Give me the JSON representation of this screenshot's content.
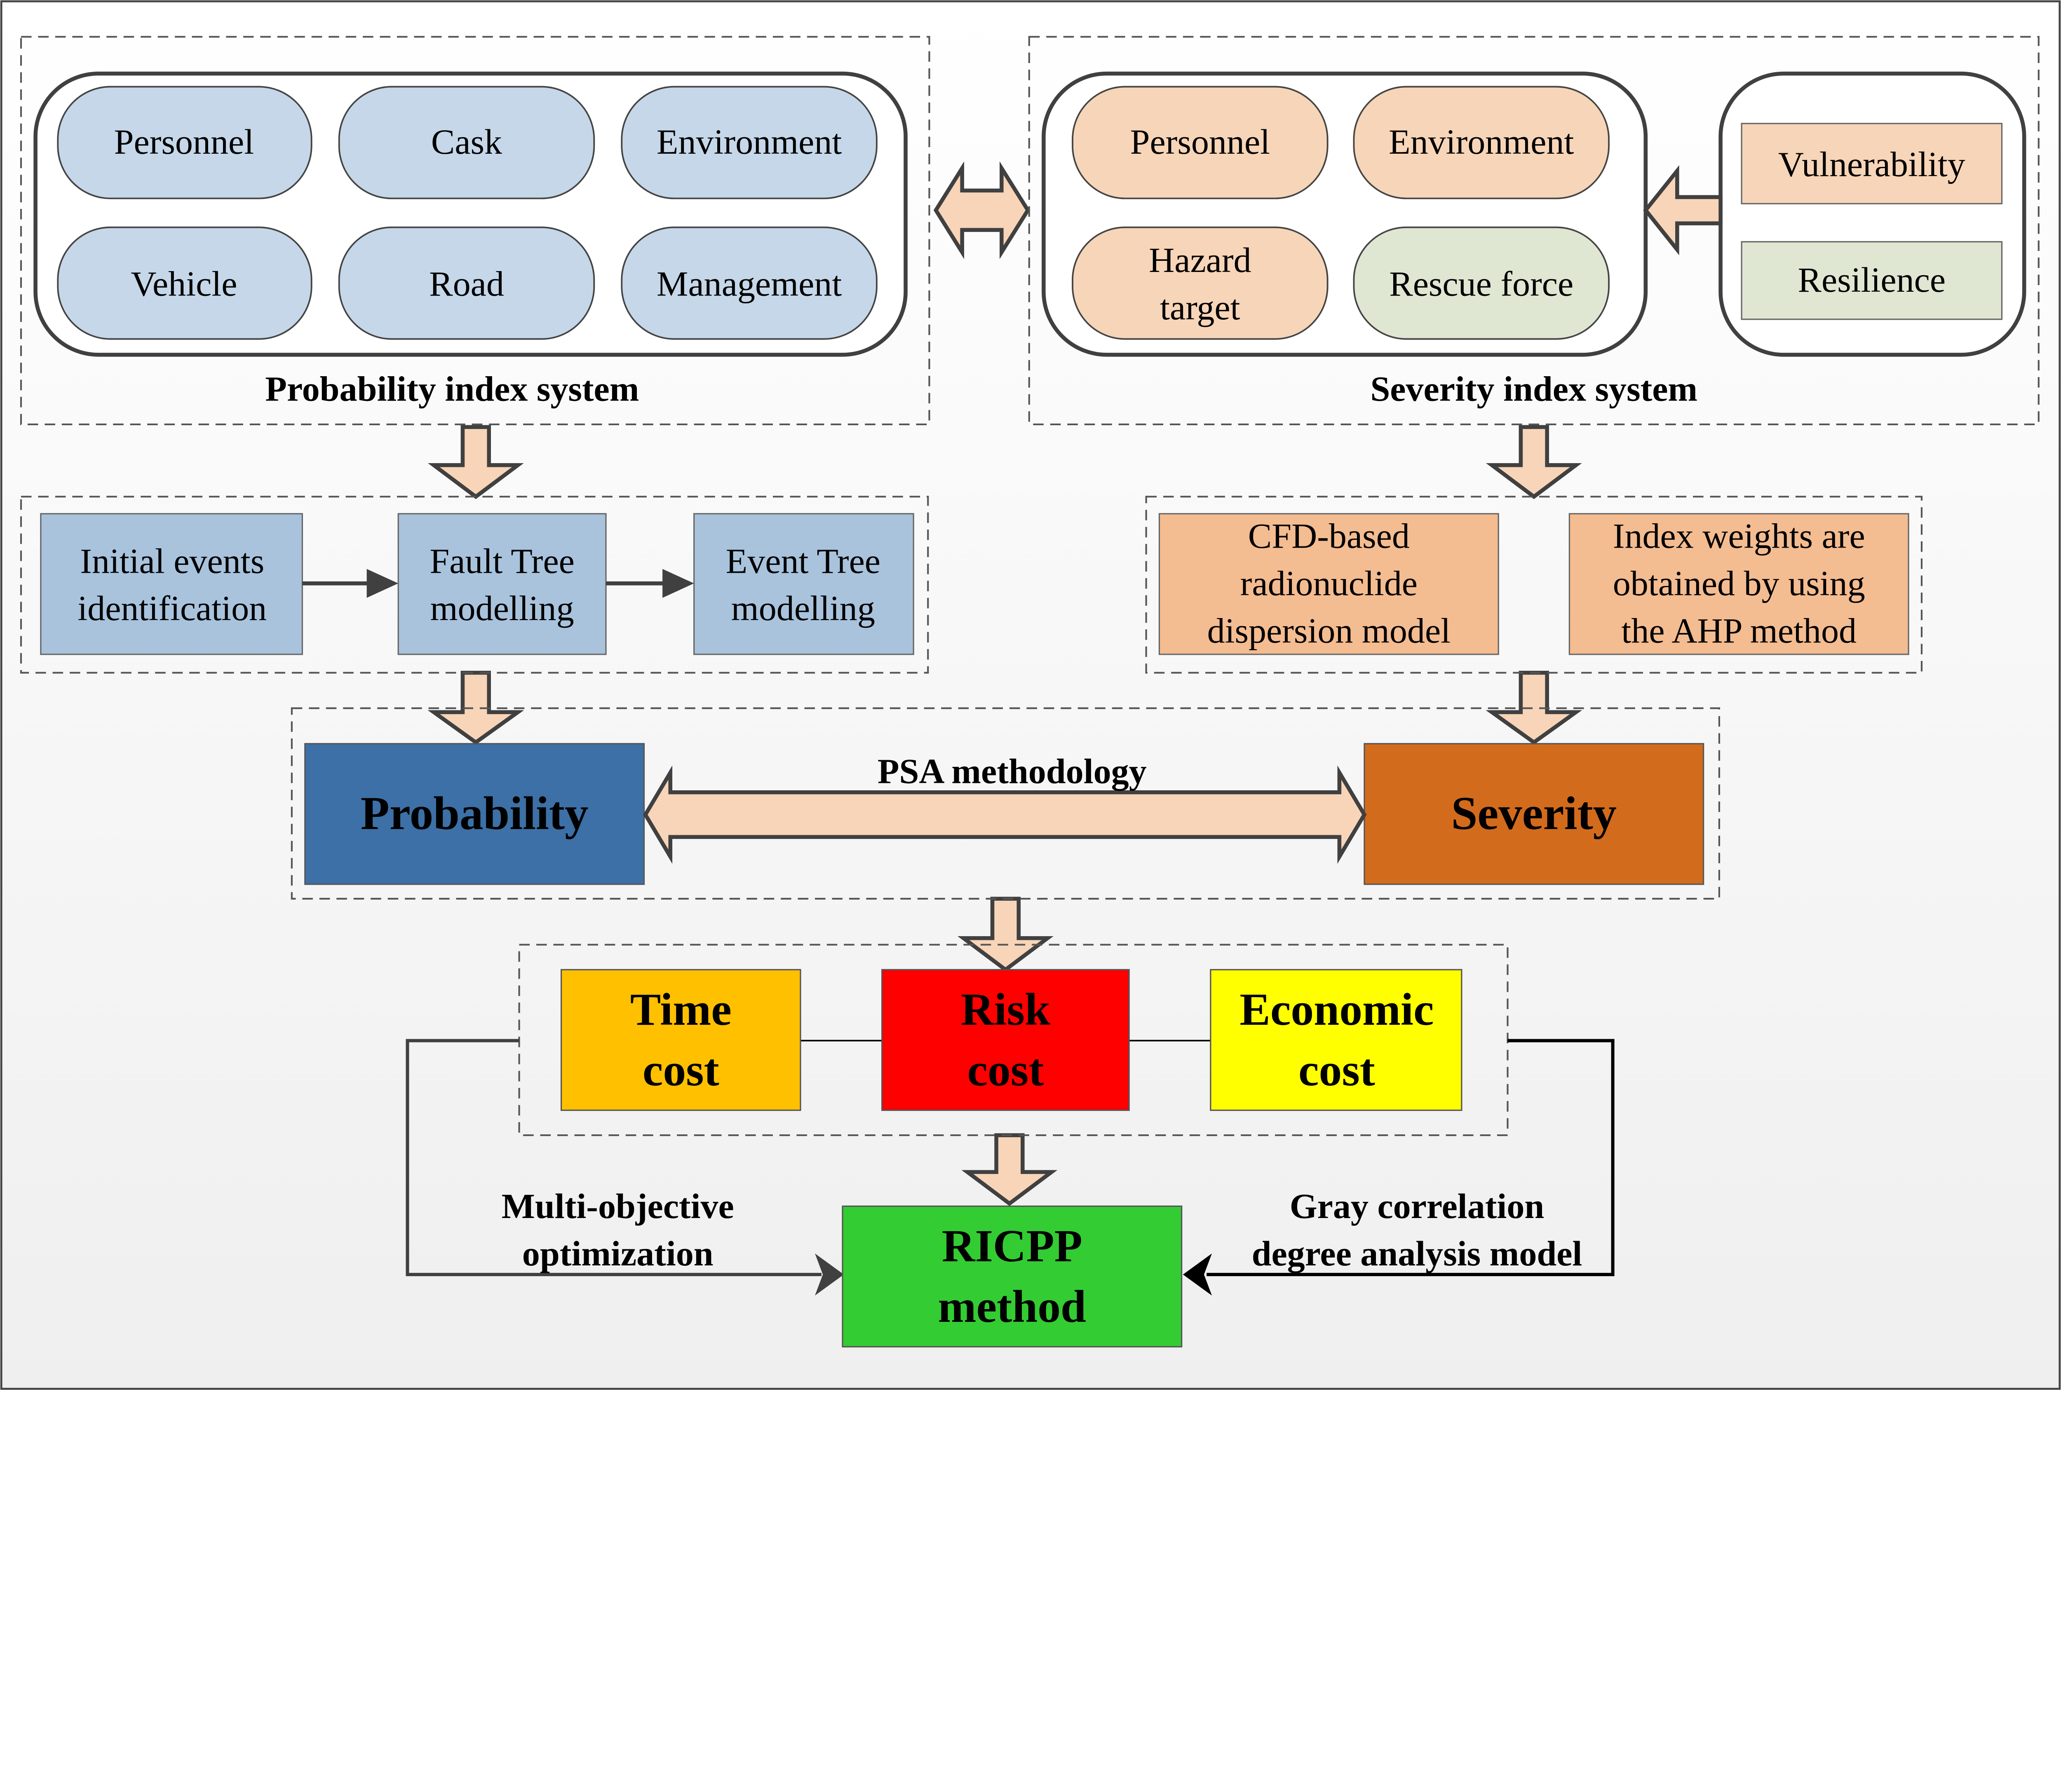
{
  "colors": {
    "factor_blue": "#c5d7e8",
    "factor_peach": "#f7d5b8",
    "factor_green": "#dfe6d2",
    "step_blue": "#a9c3dd",
    "step_orange": "#f4bc91",
    "probability": "#3c70a6",
    "severity": "#d36b1c",
    "time_cost": "#ffc000",
    "risk_cost": "#ff0000",
    "economic_cost": "#ffff00",
    "ricpp": "#33cc33",
    "arrow_fill": "#f8d5b8"
  },
  "probability_index": {
    "title": "Probability index system",
    "factors": [
      "Personnel",
      "Cask",
      "Environment",
      "Vehicle",
      "Road",
      "Management"
    ]
  },
  "severity_index": {
    "title": "Severity index system",
    "factors": [
      "Personnel",
      "Environment",
      "Hazard",
      "target",
      "Rescue force"
    ],
    "attributes": [
      "Vulnerability",
      "Resilience"
    ]
  },
  "probability_steps": [
    {
      "line1": "Initial events",
      "line2": "identification"
    },
    {
      "line1": "Fault Tree",
      "line2": "modelling"
    },
    {
      "line1": "Event Tree",
      "line2": "modelling"
    }
  ],
  "severity_steps": [
    {
      "line1": "CFD-based",
      "line2": "radionuclide",
      "line3": "dispersion model"
    },
    {
      "line1": "Index weights are",
      "line2": "obtained by using",
      "line3": "the AHP method"
    }
  ],
  "psa": {
    "probability": "Probability",
    "severity": "Severity",
    "label": "PSA methodology"
  },
  "costs": [
    {
      "line1": "Time",
      "line2": "cost"
    },
    {
      "line1": "Risk",
      "line2": "cost"
    },
    {
      "line1": "Economic",
      "line2": "cost"
    }
  ],
  "result": {
    "line1": "RICPP",
    "line2": "method"
  },
  "left_label": {
    "line1": "Multi-objective",
    "line2": "optimization"
  },
  "right_label": {
    "line1": "Gray correlation",
    "line2": "degree analysis model"
  }
}
